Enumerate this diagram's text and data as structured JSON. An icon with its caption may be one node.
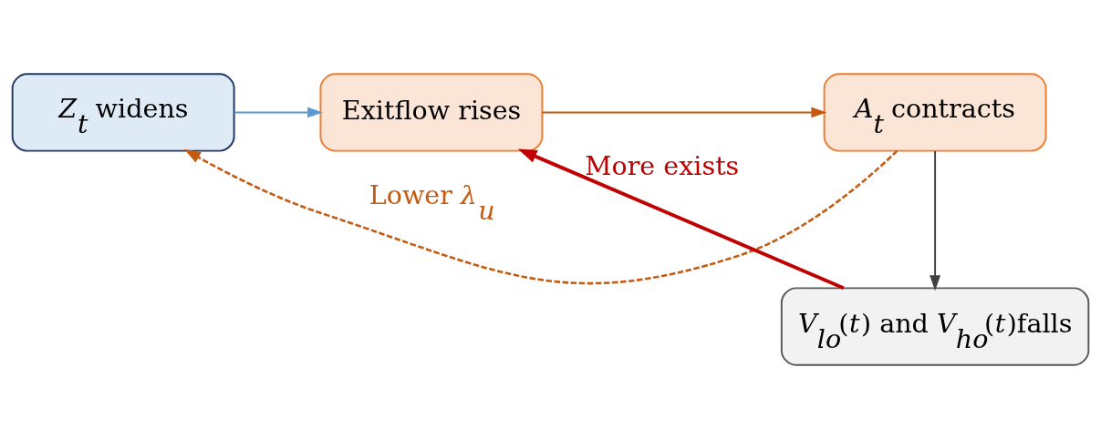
{
  "diagram": {
    "nodes": [
      {
        "text": [
          "*Z*$_{t}$ widens"
        ]
      },
      {
        "text": [
          "Exitflow rises"
        ]
      },
      {
        "text": [
          "*A*$_{t}$ contracts"
        ]
      },
      {
        "text": [
          "*V*$_{lo}$(*t*) and *V*$_{ho}$(*t*)falls"
        ]
      }
    ],
    "edges": [
      {
        "from": 0,
        "to": 1,
        "arrow": "to",
        "color": "#5b9bd5"
      },
      {
        "from": 1,
        "to": 2,
        "arrow": "to",
        "color": "#c55a11"
      },
      {
        "from": 2,
        "to": 0,
        "arrow": "to",
        "style": "dashed",
        "color": "#c55a11",
        "label": "Lower *λ*$_{u}$"
      },
      {
        "from": 2,
        "to": 3,
        "arrow": "to",
        "color": "#404040"
      },
      {
        "from": 3,
        "to": 1,
        "arrow": "to",
        "style": "thick",
        "color": "#c00000",
        "label": "More exists"
      }
    ]
  }
}
